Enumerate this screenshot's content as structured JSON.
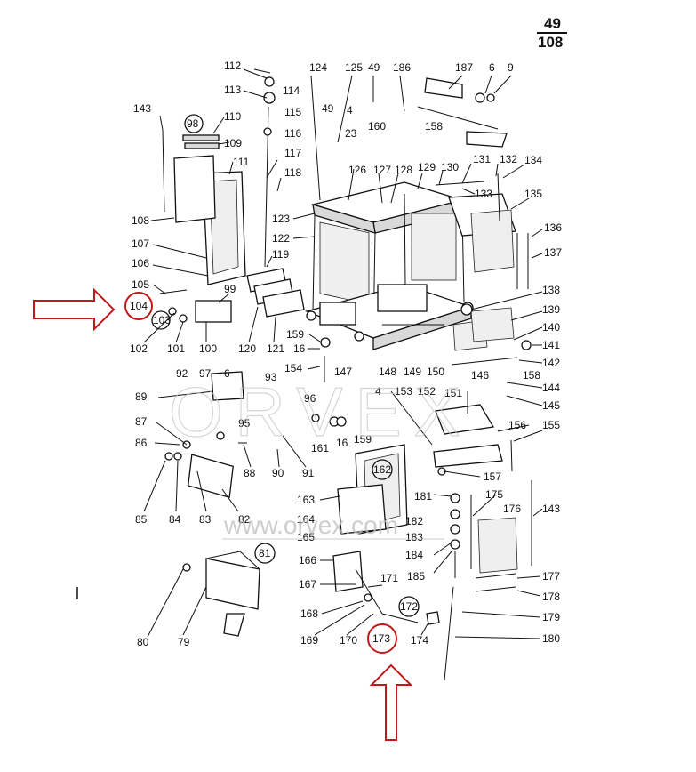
{
  "page_number": {
    "top": "49",
    "bottom": "108"
  },
  "watermark": {
    "brand": "ORVEX",
    "url": "www.orvex.com"
  },
  "highlighted_parts": [
    "104",
    "173"
  ],
  "circled_groups": [
    "98",
    "103",
    "162",
    "81",
    "172"
  ],
  "colors": {
    "highlight": "#c0181b",
    "line": "#111111",
    "watermark": "#bdbdbd"
  },
  "part_numbers": [
    "112",
    "113",
    "114",
    "115",
    "116",
    "117",
    "118",
    "124",
    "125",
    "49",
    "186",
    "187",
    "6",
    "9",
    "143",
    "98",
    "110",
    "109",
    "111",
    "108",
    "107",
    "106",
    "105",
    "104",
    "103",
    "102",
    "101",
    "100",
    "99",
    "119",
    "120",
    "121",
    "49",
    "4",
    "23",
    "160",
    "158",
    "126",
    "127",
    "128",
    "129",
    "130",
    "131",
    "132",
    "134",
    "133",
    "135",
    "136",
    "137",
    "123",
    "122",
    "138",
    "139",
    "140",
    "141",
    "142",
    "159",
    "16",
    "154",
    "147",
    "148",
    "149",
    "150",
    "92",
    "97",
    "6",
    "93",
    "89",
    "95",
    "96",
    "87",
    "86",
    "85",
    "84",
    "83",
    "82",
    "88",
    "90",
    "91",
    "161",
    "16",
    "159",
    "4",
    "153",
    "152",
    "151",
    "146",
    "158",
    "144",
    "145",
    "156",
    "155",
    "157",
    "162",
    "163",
    "164",
    "165",
    "181",
    "182",
    "183",
    "184",
    "185",
    "175",
    "176",
    "143",
    "166",
    "167",
    "171",
    "168",
    "169",
    "170",
    "172",
    "173",
    "174",
    "177",
    "178",
    "179",
    "180",
    "81",
    "80",
    "79"
  ]
}
